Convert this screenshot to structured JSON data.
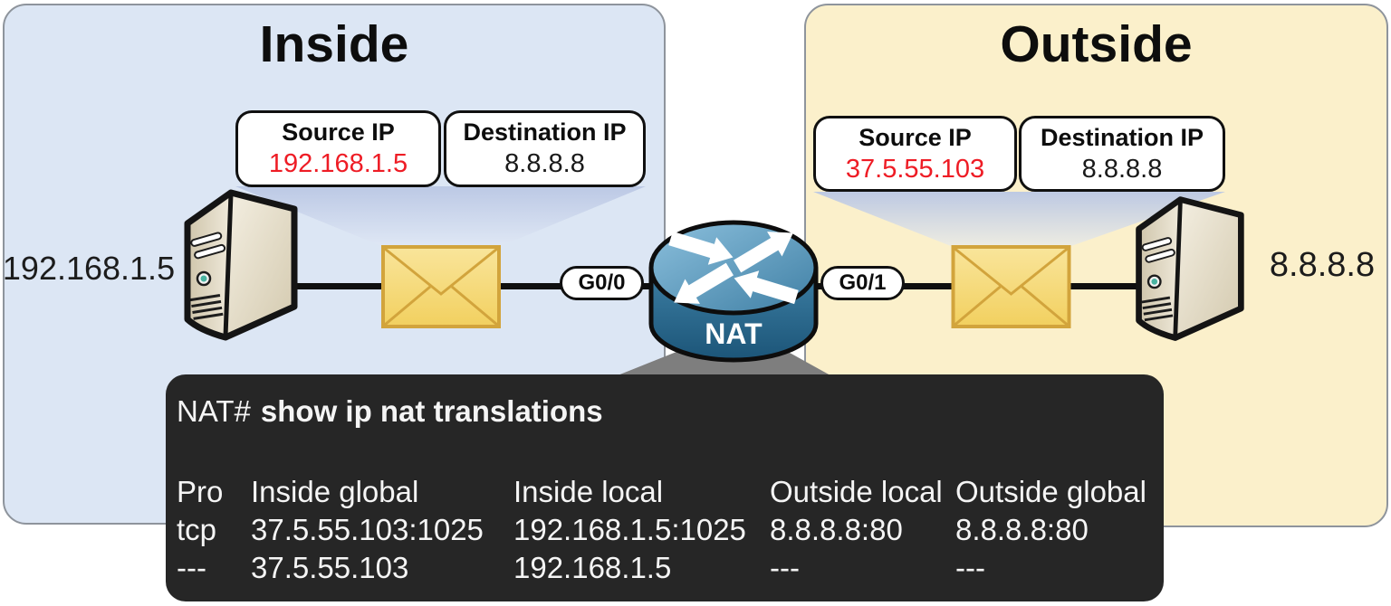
{
  "inside": {
    "title": "Inside",
    "host_ip": "192.168.1.5",
    "packet": {
      "source_label": "Source IP",
      "source_ip": "192.168.1.5",
      "destination_label": "Destination IP",
      "destination_ip": "8.8.8.8"
    },
    "interface_label": "G0/0"
  },
  "outside": {
    "title": "Outside",
    "host_ip": "8.8.8.8",
    "packet": {
      "source_label": "Source IP",
      "source_ip": "37.5.55.103",
      "destination_label": "Destination IP",
      "destination_ip": "8.8.8.8"
    },
    "interface_label": "G0/1"
  },
  "router": {
    "name": "NAT"
  },
  "terminal": {
    "prompt": "NAT#",
    "command": "show ip nat translations",
    "table": {
      "columns": [
        "Pro",
        "Inside global",
        "Inside local",
        "Outside local",
        "Outside global"
      ],
      "rows": [
        [
          "tcp",
          "37.5.55.103:1025",
          "192.168.1.5:1025",
          "8.8.8.8:80",
          "8.8.8.8:80"
        ],
        [
          "---",
          "37.5.55.103",
          "192.168.1.5",
          "---",
          "---"
        ]
      ]
    }
  },
  "colors": {
    "inside_panel": "#dce6f4",
    "outside_panel": "#fbf0cb",
    "highlight_red": "#ee1c25",
    "terminal_bg": "#262626",
    "terminal_text": "#f5f5f5",
    "inside_column_header": "#8ba7d8",
    "outside_column_header": "#f1d18c",
    "router_blue": "#2e6e94",
    "envelope_yellow": "#f5d96e",
    "callout_gray": "#7e7e7e"
  }
}
